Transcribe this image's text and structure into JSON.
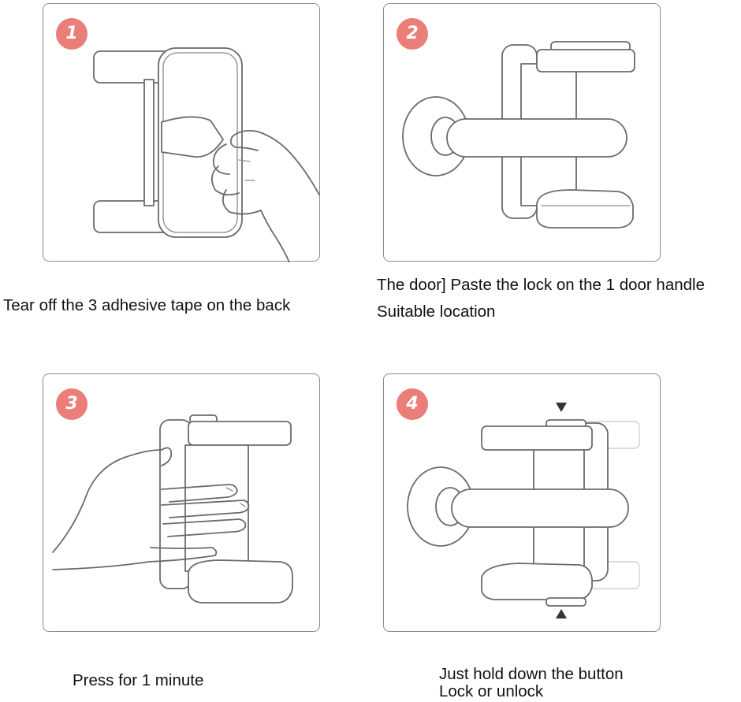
{
  "steps": [
    {
      "number": "1",
      "caption_lines": [
        "Tear off the 3 adhesive tape on the back"
      ]
    },
    {
      "number": "2",
      "caption_lines": [
        "The door] Paste the lock on the 1 door handle",
        "Suitable location"
      ]
    },
    {
      "number": "3",
      "caption_lines": [
        "Press for 1 minute"
      ]
    },
    {
      "number": "4",
      "caption_lines": [
        "Just hold down the button",
        "Lock or unlock"
      ]
    }
  ],
  "colors": {
    "badge": "#ea7e78",
    "border": "#8c8c8c",
    "line": "#6b6b6b"
  }
}
